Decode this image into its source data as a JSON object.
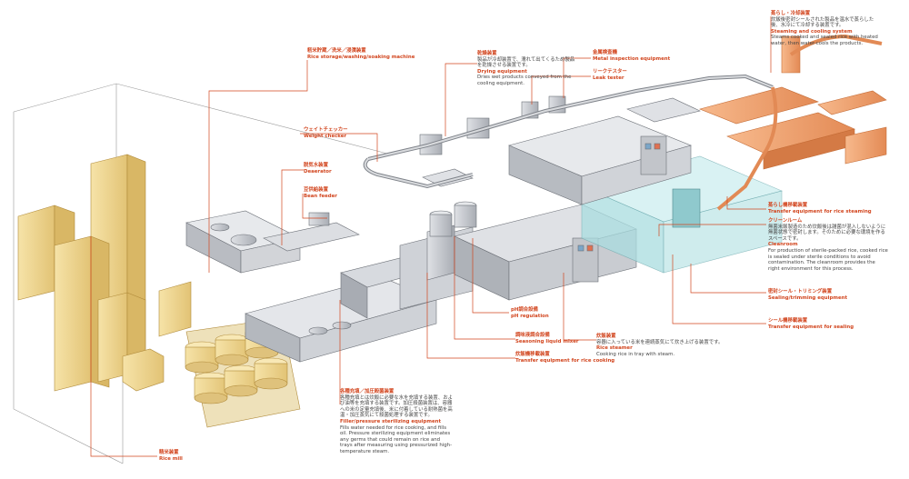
{
  "labels": {
    "rice_storage": {
      "jp": "籾米貯蔵／洗米／浸漬装置",
      "en": "Rice storage/washing/soaking machine"
    },
    "drying": {
      "jp": "乾燥装置",
      "desc": "製品が冷却装置で、濡れて出てくるため製品を乾燥させる装置です。",
      "en": "Drying equipment",
      "desc_en": "Dries wet products conveyed from the cooling equipment."
    },
    "metal": {
      "jp": "金属検査機",
      "en": "Metal inspection equipment"
    },
    "leak": {
      "jp": "リークテスター",
      "en": "Leak tester"
    },
    "steam_cool": {
      "jp": "蒸らし・冷却装置",
      "desc": "炊飯後密封シールされた製品を温水で蒸らした後、水冷にて冷却する装置です。",
      "en": "Steaming and cooling system",
      "desc_en": "Steams cooked and sealed rice with heated water, then water-cools the products."
    },
    "weight": {
      "jp": "ウェイトチェッカー",
      "en": "Weight checker"
    },
    "deaerator": {
      "jp": "脱気水装置",
      "en": "Deaerator"
    },
    "bean": {
      "jp": "豆供給装置",
      "en": "Bean feeder"
    },
    "transfer_steam": {
      "jp": "蒸らし機移載装置",
      "en": "Transfer equipment for rice steaming"
    },
    "cleanroom": {
      "jp": "クリーンルーム",
      "desc": "無菌米飯製造のため炊飯後は雑菌が混入しないように無菌状態で密封します。そのために必要な環境を作るスペースです。",
      "en": "Cleanroom",
      "desc_en": "For production of sterile-packed rice, cooked rice is sealed under sterile conditions to avoid contamination. The cleanroom provides the right environment for this process."
    },
    "sealing": {
      "jp": "密封シール・トリミング装置",
      "en": "Sealing/trimming equipment"
    },
    "transfer_seal": {
      "jp": "シール機移載装置",
      "en": "Transfer equipment for sealing"
    },
    "ph": {
      "jp": "pH調合設備",
      "en": "pH regulation"
    },
    "seasoning": {
      "jp": "調味液調合設備",
      "en": "Seasoning liquid mixer"
    },
    "transfer_cook": {
      "jp": "炊飯機移載装置",
      "en": "Transfer equipment for rice cooking"
    },
    "steamer": {
      "jp": "炊飯装置",
      "desc": "容器に入っている米を連続蒸気にて炊き上げる装置です。",
      "en": "Rice steamer",
      "desc_en": "Cooking rice in tray with steam."
    },
    "filler": {
      "jp": "各種充填／加圧殺菌装置",
      "desc": "各種充填とは炊飯に必要な水を充填する装置、および油等を充填する装置です。加圧殺菌装置は、容器への米の定量充填後、米に付着している耐熱菌を高温・加圧蒸気にて殺菌処理する装置です。",
      "en": "Filler/pressure sterilizing equipment",
      "desc_en": "Fills water needed for rice cooking, and fills oil. Pressure sterilizing equipment eliminates any germs that could remain on rice and trays after measuring using pressurized high-temperature steam."
    },
    "mill": {
      "jp": "精米装置",
      "en": "Rice mill"
    }
  },
  "colors": {
    "accent": "#d2461f",
    "tank": "#f3dc9a",
    "steel": "#c4c7cc",
    "orange": "#f0a070",
    "clean": "#bfe6e8"
  }
}
